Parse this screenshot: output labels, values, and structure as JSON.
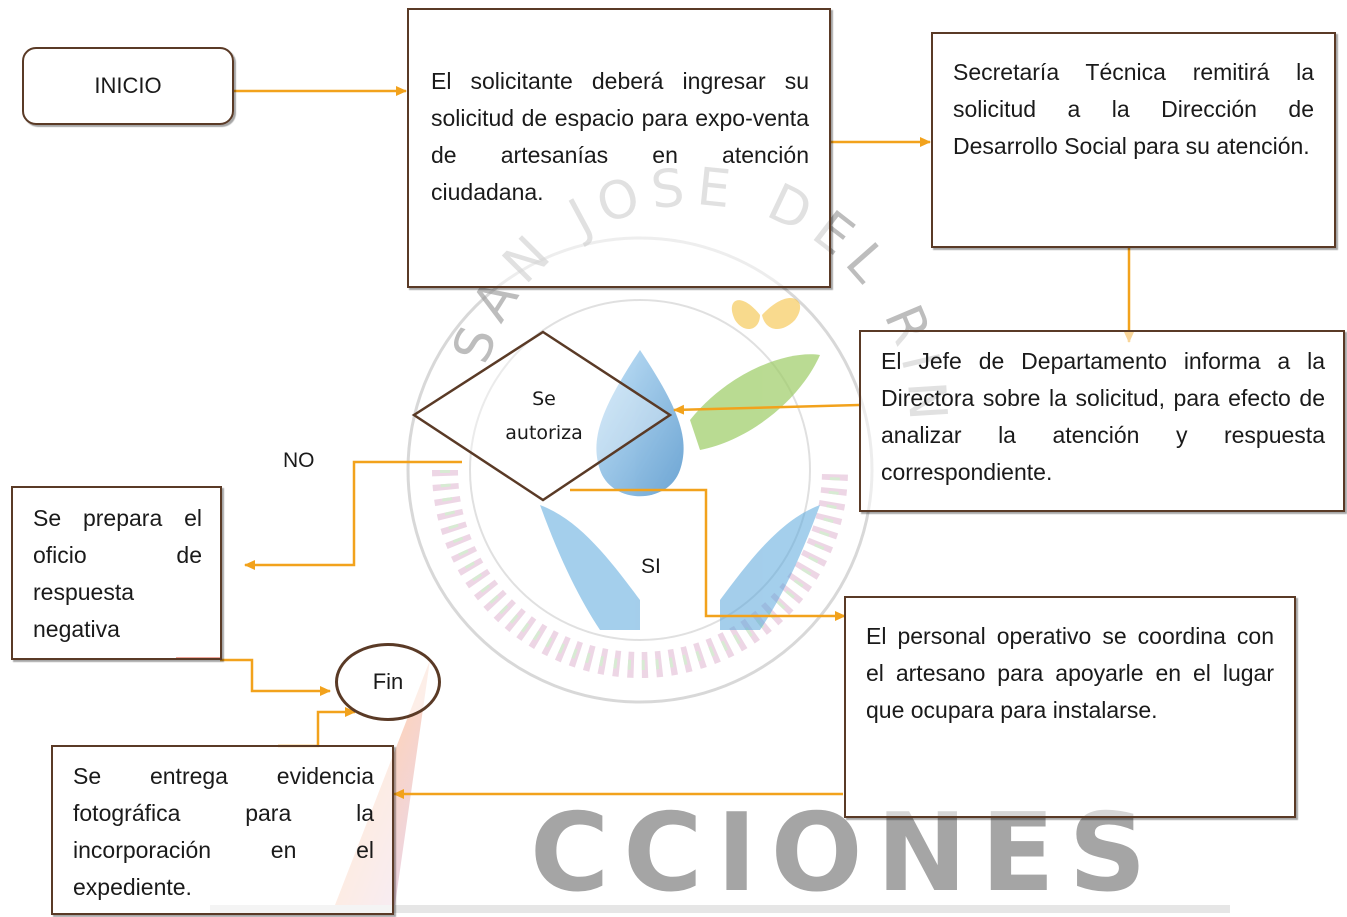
{
  "flowchart": {
    "start": "INICIO",
    "step_request": "El solicitante deberá ingresar su solicitud de espacio para expo-venta de artesanías en atención ciudadana.",
    "step_secretaria": "Secretaría Técnica remitirá la solicitud a la Dirección de Desarrollo Social para su atención.",
    "step_jefe": "El Jefe de Departamento informa a la Directora sobre la solicitud, para efecto de analizar la atención y respuesta correspondiente.",
    "decision_line1": "Se",
    "decision_line2": "autoriza",
    "label_no": "NO",
    "label_si": "SI",
    "step_negative": "Se prepara el oficio de respuesta negativa",
    "step_operativo": "El personal operativo se coordina con el artesano para apoyarle en el lugar que ocupara para instalarse.",
    "step_evidencia": "Se entrega evidencia fotográfica para la incorporación en el expediente.",
    "end": "Fin"
  },
  "watermark": {
    "arc_text": "SAN JOSE DEL RINCON",
    "big_text": "CCIONES"
  },
  "colors": {
    "connector": "#f2a21c",
    "border": "#5a3a26",
    "watermark_blue": "#5aa7dc",
    "watermark_green": "#9ccc65"
  }
}
